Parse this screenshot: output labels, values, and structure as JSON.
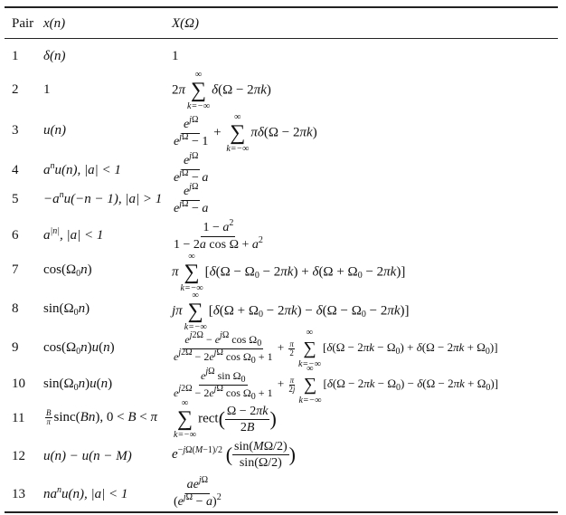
{
  "headers": {
    "pair": "Pair",
    "time": "x(n)",
    "freq": "X(Ω)"
  },
  "pairs": [
    "1",
    "2",
    "3",
    "4",
    "5",
    "6",
    "7",
    "8",
    "9",
    "10",
    "11",
    "12",
    "13"
  ],
  "rows": {
    "r1": {
      "x": "δ(n)",
      "X": "1"
    },
    "r2": {
      "x": "1"
    },
    "r3": {
      "x": "u(n)"
    },
    "r7": {
      "x": "cos(Ω0n)"
    },
    "r8": {
      "x": "sin(Ω0n)"
    },
    "r12": {
      "x": "u(n) − u(n − M)"
    }
  }
}
